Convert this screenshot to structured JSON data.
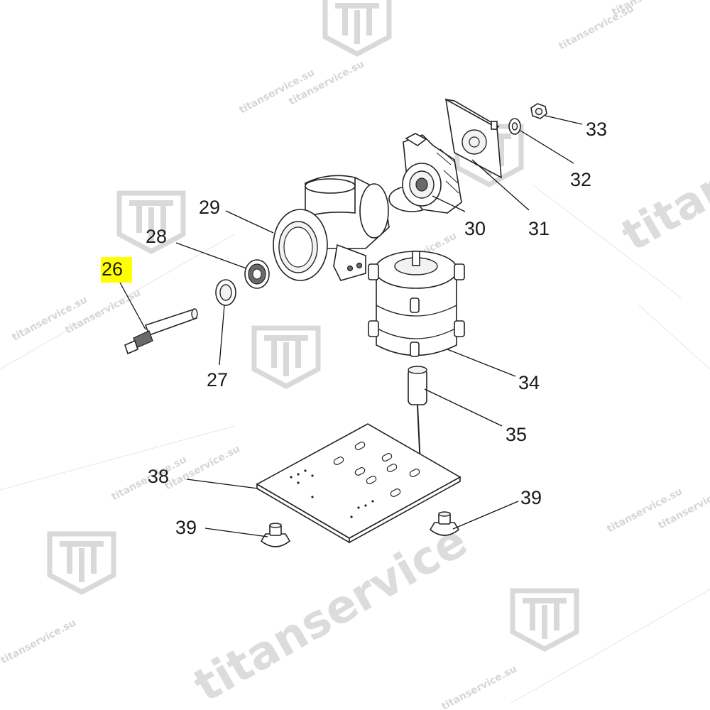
{
  "watermark": {
    "brand_text": "titanservice",
    "url_text": "titanservice.su",
    "logo_icon": "titan-t-shield-icon"
  },
  "highlight_color": "#ffff00",
  "parts": [
    {
      "id": "26",
      "label": "26",
      "highlighted": true
    },
    {
      "id": "27",
      "label": "27",
      "highlighted": false
    },
    {
      "id": "28",
      "label": "28",
      "highlighted": false
    },
    {
      "id": "29",
      "label": "29",
      "highlighted": false
    },
    {
      "id": "30",
      "label": "30",
      "highlighted": false
    },
    {
      "id": "31",
      "label": "31",
      "highlighted": false
    },
    {
      "id": "32",
      "label": "32",
      "highlighted": false
    },
    {
      "id": "33",
      "label": "33",
      "highlighted": false
    },
    {
      "id": "34",
      "label": "34",
      "highlighted": false
    },
    {
      "id": "35",
      "label": "35",
      "highlighted": false
    },
    {
      "id": "38",
      "label": "38",
      "highlighted": false
    },
    {
      "id": "39a",
      "label": "39",
      "highlighted": false
    },
    {
      "id": "39b",
      "label": "39",
      "highlighted": false
    }
  ]
}
